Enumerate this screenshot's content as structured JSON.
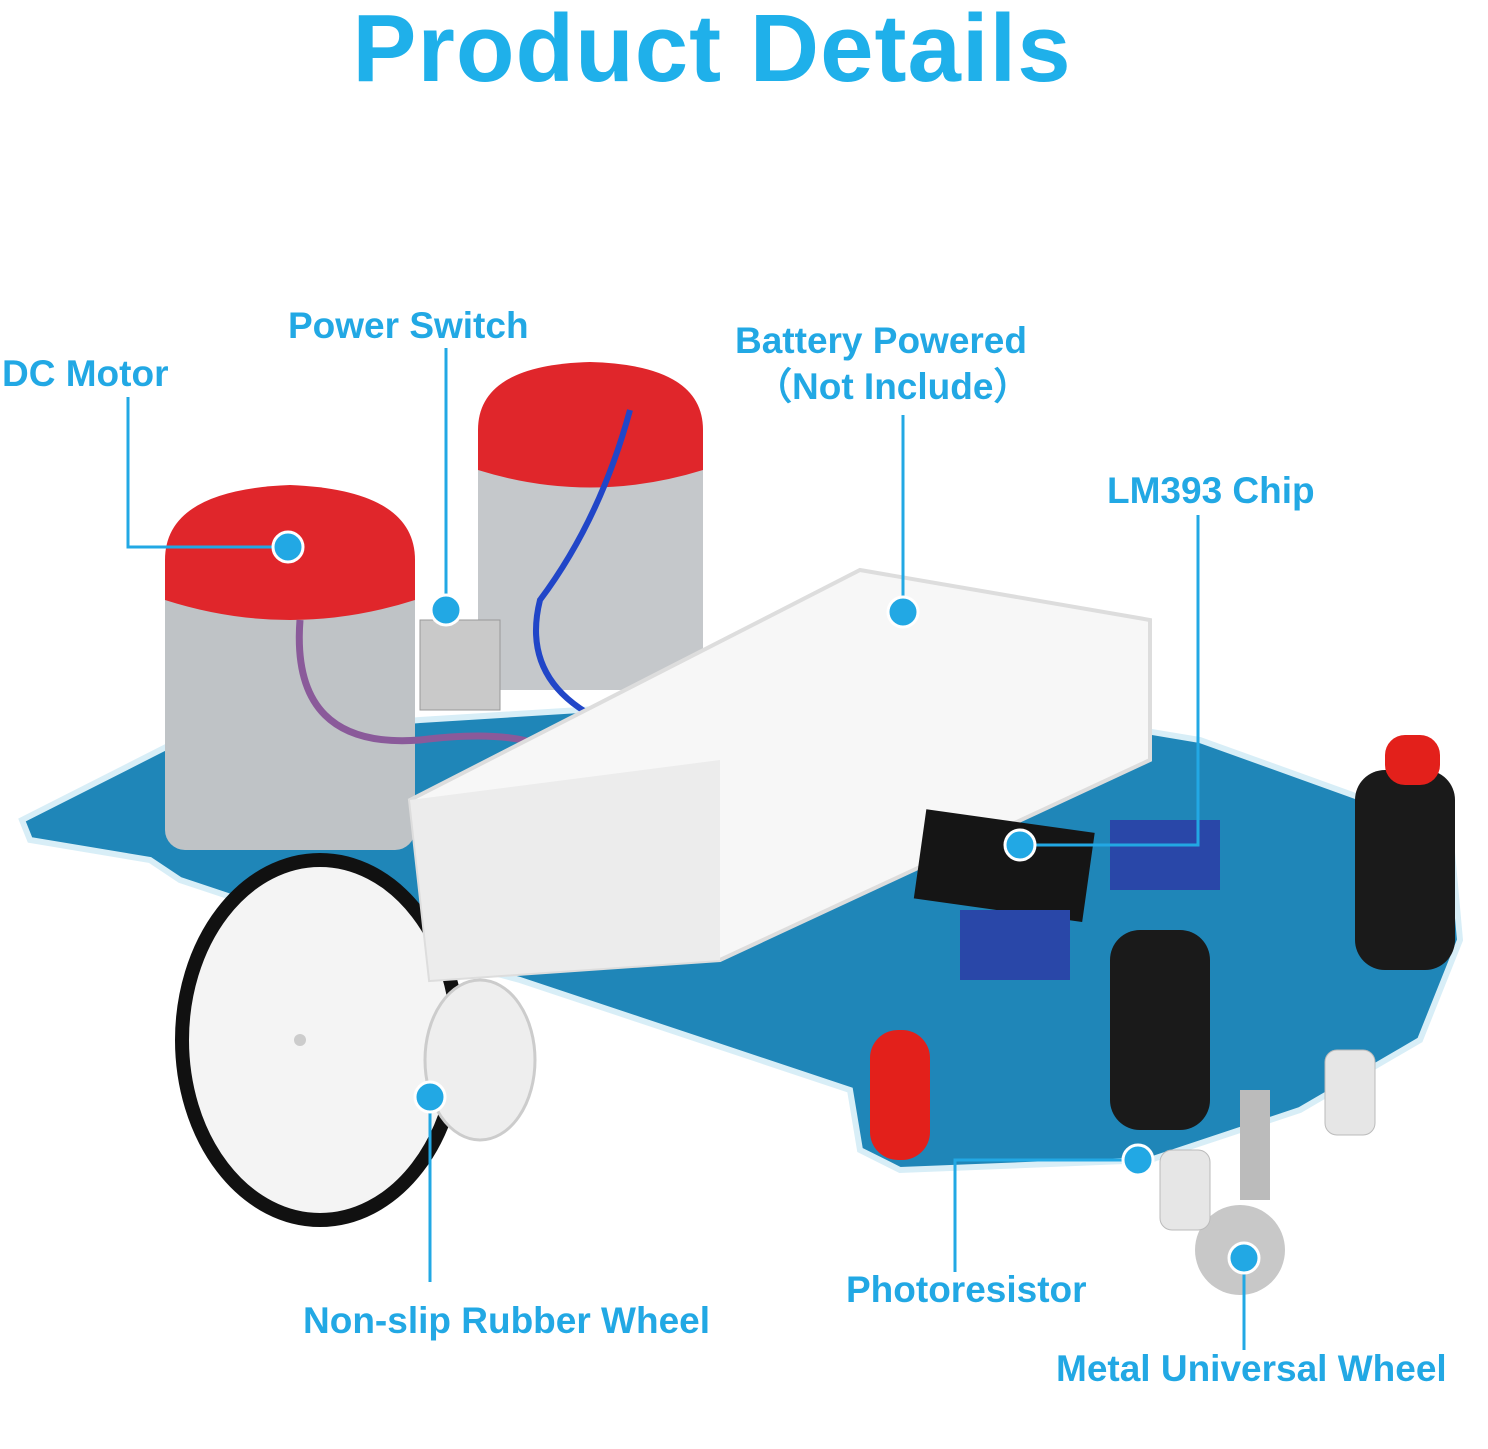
{
  "title": "Product Details",
  "colors": {
    "accent": "#1fb0ea",
    "pcb": "#1f86b8",
    "motor_cap": "#e0262b"
  },
  "callouts": {
    "dc_motor": "DC Motor",
    "power_switch": "Power Switch",
    "battery_line1": "Battery Powered",
    "battery_line2": "（Not Include）",
    "lm393_chip": "LM393 Chip",
    "rubber_wheel": "Non-slip Rubber Wheel",
    "photoresistor": "Photoresistor",
    "universal_wheel": "Metal Universal Wheel"
  }
}
